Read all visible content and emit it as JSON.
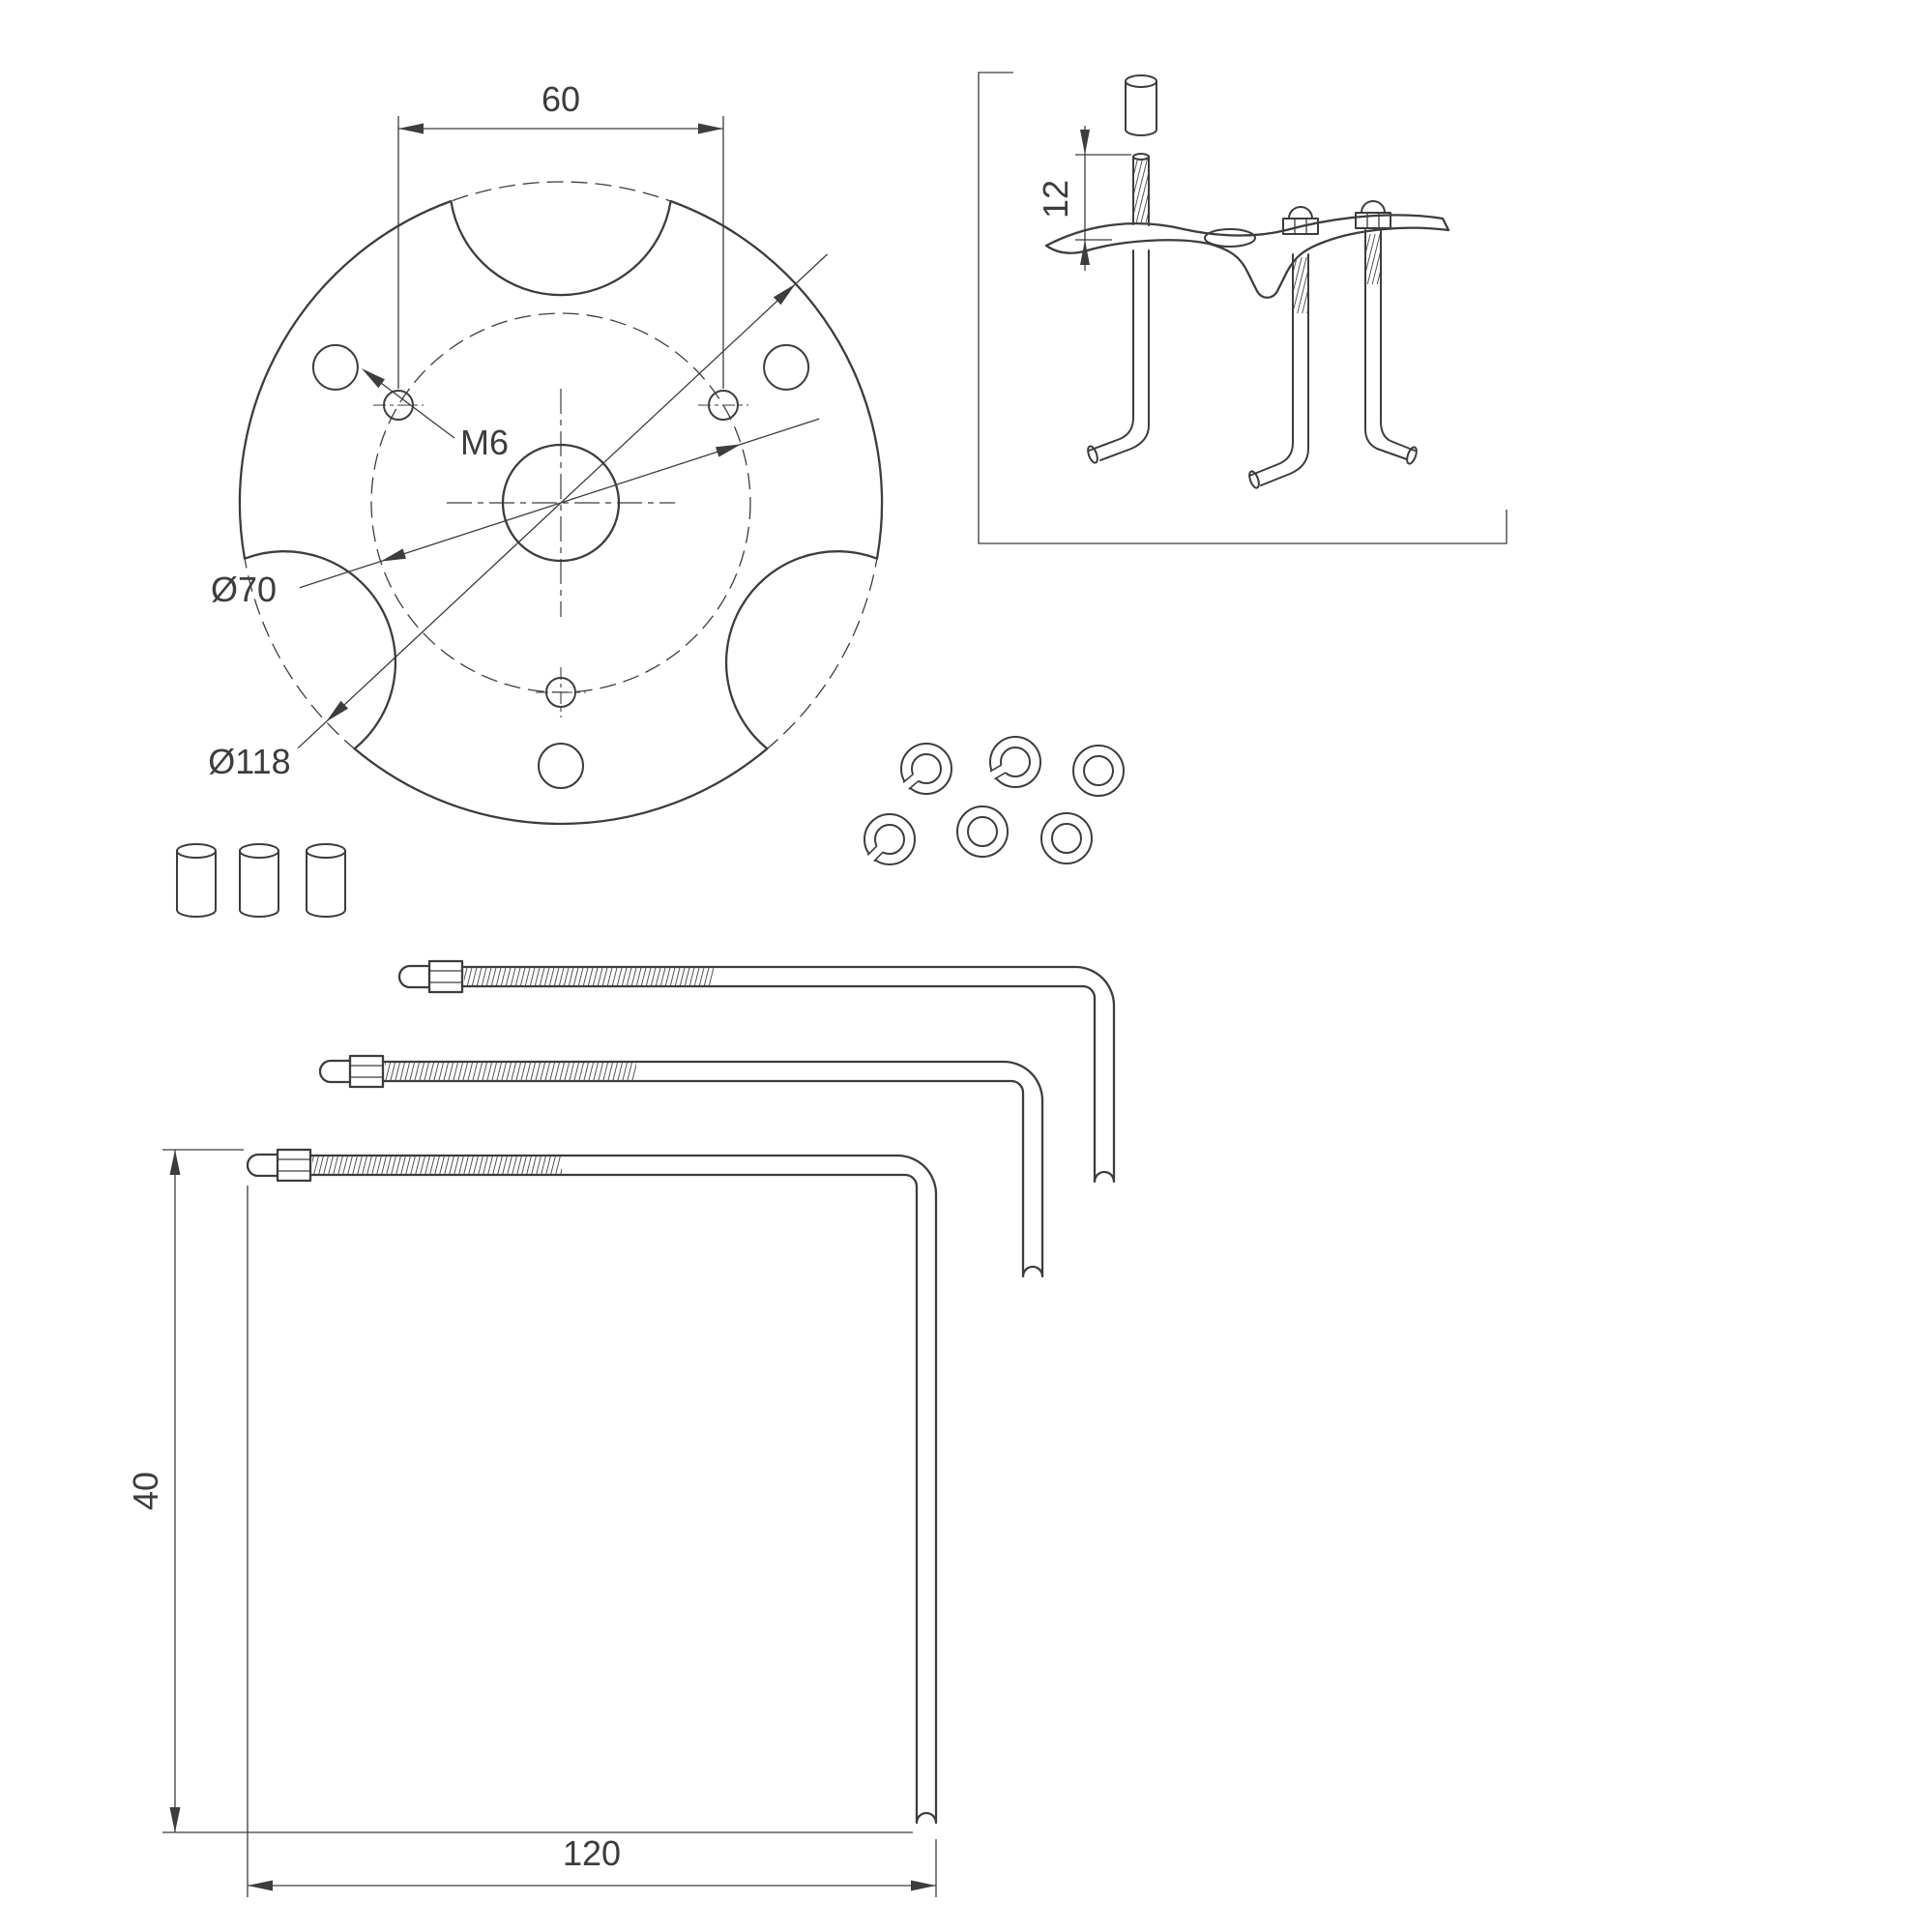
{
  "colors": {
    "line": "#3d3d3d",
    "background": "#ffffff"
  },
  "plan_view": {
    "dim_hole_spacing": "60",
    "thread_label": "M6",
    "dim_bolt_circle": "Ø70",
    "dim_plate": "Ø118"
  },
  "detail_view": {
    "dim_thread_protrusion": "12"
  },
  "bolt_view": {
    "dim_leg_height": "40",
    "dim_length": "120"
  }
}
